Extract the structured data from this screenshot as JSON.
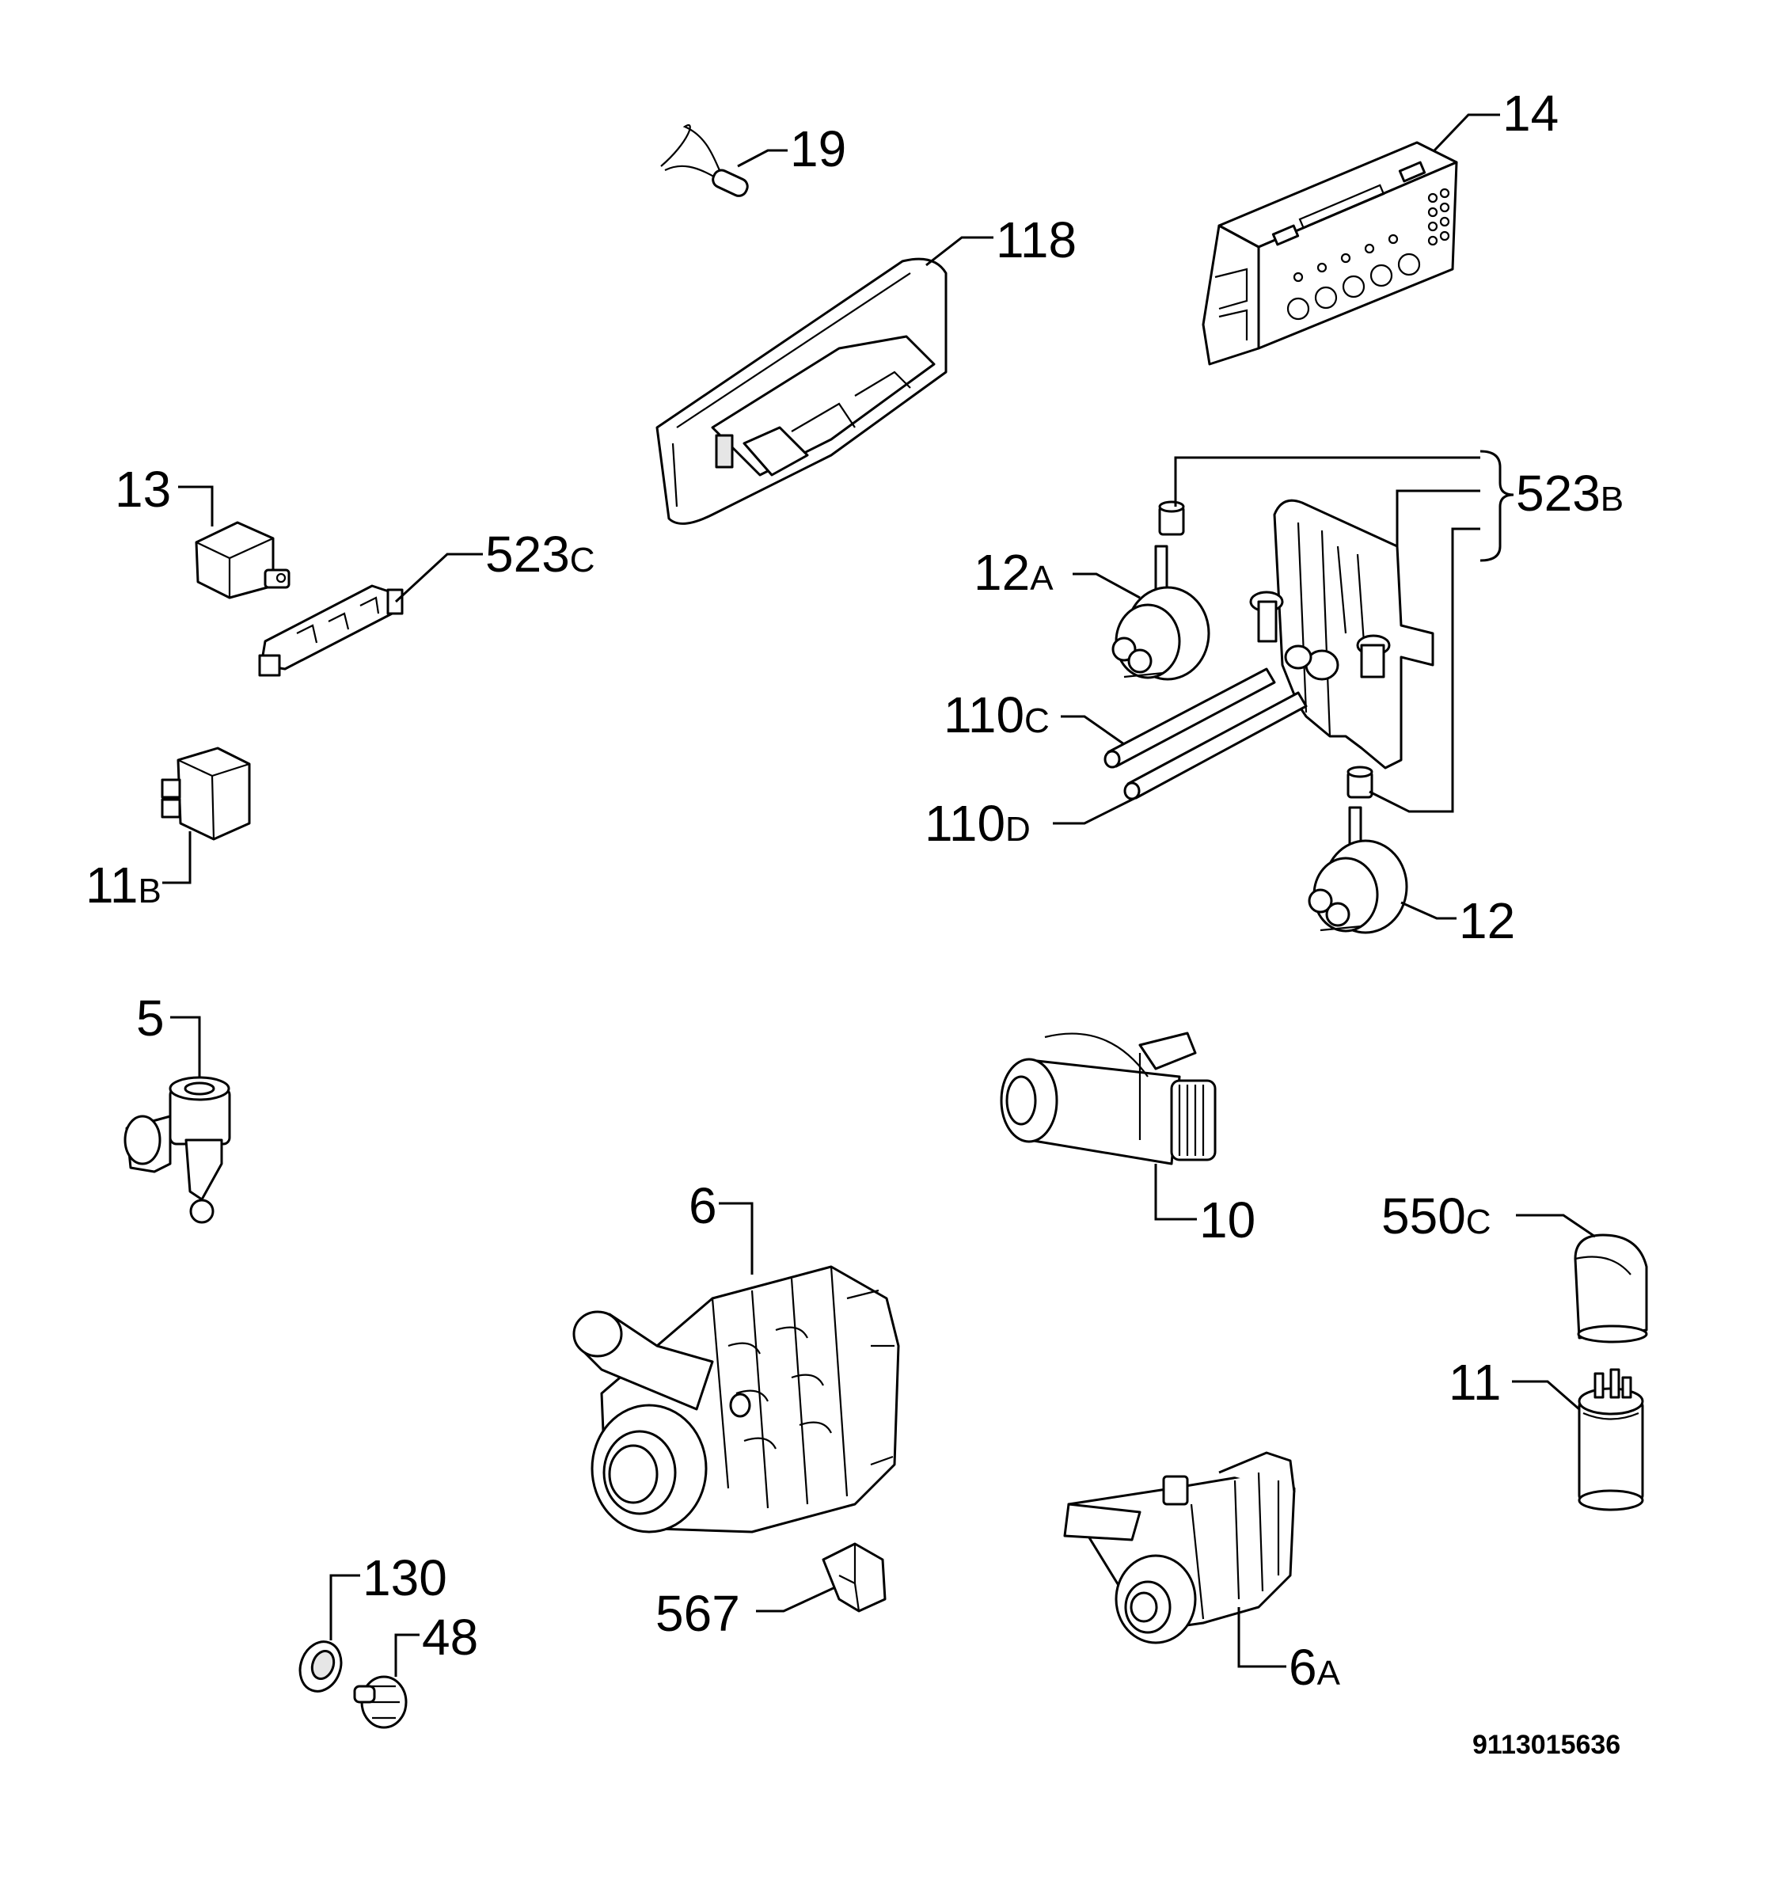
{
  "diagram": {
    "reference_number": "9113015636",
    "callouts": {
      "c19": {
        "main": "19",
        "sub": ""
      },
      "c14": {
        "main": "14",
        "sub": ""
      },
      "c118": {
        "main": "118",
        "sub": ""
      },
      "c13": {
        "main": "13",
        "sub": ""
      },
      "c523c": {
        "main": "523",
        "sub": "C"
      },
      "c523b": {
        "main": "523",
        "sub": "B"
      },
      "c12a": {
        "main": "12",
        "sub": "A"
      },
      "c110c": {
        "main": "110",
        "sub": "C"
      },
      "c110d": {
        "main": "110",
        "sub": "D"
      },
      "c11b": {
        "main": "11",
        "sub": "B"
      },
      "c12": {
        "main": "12",
        "sub": ""
      },
      "c5": {
        "main": "5",
        "sub": ""
      },
      "c10": {
        "main": "10",
        "sub": ""
      },
      "c550c": {
        "main": "550",
        "sub": "C"
      },
      "c6": {
        "main": "6",
        "sub": ""
      },
      "c11": {
        "main": "11",
        "sub": ""
      },
      "c130": {
        "main": "130",
        "sub": ""
      },
      "c48": {
        "main": "48",
        "sub": ""
      },
      "c567": {
        "main": "567",
        "sub": ""
      },
      "c6a": {
        "main": "6",
        "sub": "A"
      }
    }
  }
}
